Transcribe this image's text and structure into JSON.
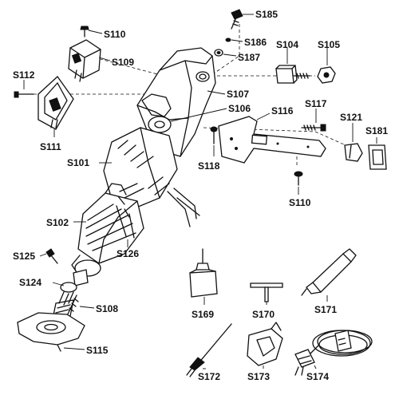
{
  "parts": {
    "S185": "S185",
    "S110_top": "S110",
    "S186": "S186",
    "S104": "S104",
    "S105": "S105",
    "S187": "S187",
    "S109": "S109",
    "S112": "S112",
    "S107": "S107",
    "S106": "S106",
    "S116": "S116",
    "S117": "S117",
    "S121": "S121",
    "S181": "S181",
    "S111": "S111",
    "S101": "S101",
    "S118": "S118",
    "S110_bottom": "S110",
    "S102": "S102",
    "S126": "S126",
    "S125": "S125",
    "S124": "S124",
    "S108": "S108",
    "S169": "S169",
    "S170": "S170",
    "S171": "S171",
    "S115": "S115",
    "S172": "S172",
    "S173": "S173",
    "S174": "S174"
  }
}
